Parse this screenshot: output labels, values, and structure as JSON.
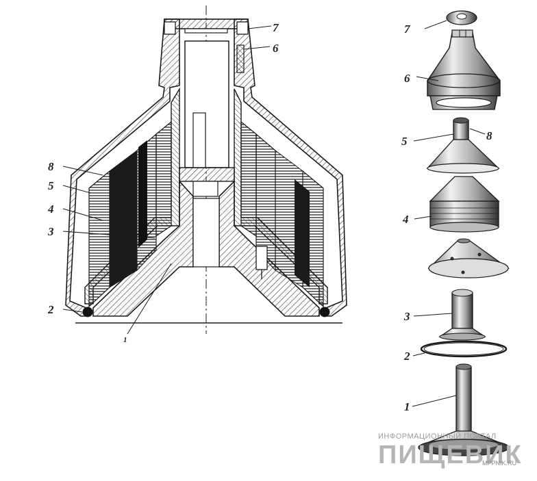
{
  "section_labels": {
    "l8": "8",
    "l5": "5",
    "l4": "4",
    "l3": "3",
    "l2": "2",
    "l1": "1",
    "r7": "7",
    "r6": "6"
  },
  "exploded_labels": {
    "p7": "7",
    "p6": "6",
    "p5": "5",
    "p8": "8",
    "p4": "4",
    "p3": "3",
    "p2": "2",
    "p1": "1"
  },
  "watermark": {
    "top": "ИНФОРМАЦИОННЫЙ ПОРТАЛ",
    "main": "ПИЩЕВИК",
    "site": "MPPNIK.RU"
  },
  "colors": {
    "ink": "#1a1a1a",
    "hatch": "#3a3a3a",
    "background": "#ffffff",
    "watermark": "#b5b5b5"
  }
}
